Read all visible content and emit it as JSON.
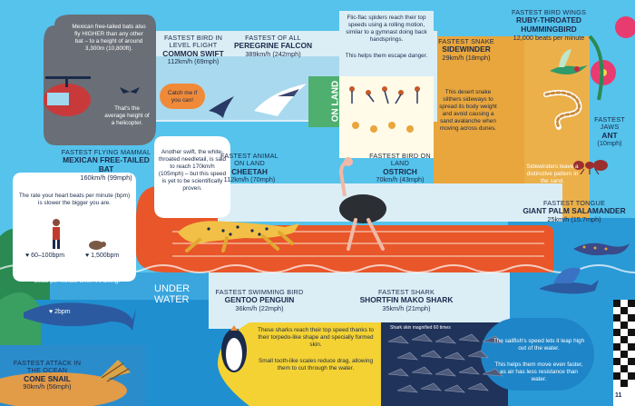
{
  "air": {
    "bats_note": "Mexican free-tailed bats also fly HIGHER than any other bat – to a height of around 3,300m (10,800ft).",
    "heli_note": "That's the average height of a helicopter.",
    "swift": {
      "category": "FASTEST BIRD IN LEVEL FLIGHT",
      "name": "COMMON SWIFT",
      "speed": "112km/h (69mph)"
    },
    "catch_me": "Catch me if you can!",
    "falcon": {
      "category": "FASTEST OF ALL",
      "name": "PEREGRINE FALCON",
      "speed": "389km/h (242mph)"
    },
    "bat": {
      "category": "FASTEST FLYING MAMMAL",
      "name": "MEXICAN FREE-TAILED BAT",
      "speed": "160km/h (99mph)"
    },
    "needletail_note": "Another swift, the white-throated needletail, is said to reach 170km/h (105mph) – but this speed is yet to be scientifically proven."
  },
  "land": {
    "label": "ON LAND",
    "flicflac_note_1": "Flic-flac spiders reach their top speeds using a rolling motion, similar to a gymnast doing back handsprings.",
    "flicflac_note_2": "This helps them escape danger.",
    "sidewinder": {
      "category": "FASTEST SNAKE",
      "name": "SIDEWINDER",
      "speed": "29km/h (18mph)"
    },
    "snake_note": "This desert snake slithers sideways to spread its body weight and avoid causing a sand avalanche when moving across dunes.",
    "sidewinder_trail_note": "Sidewinders leave a distinctive pattern in the sand.",
    "cheetah": {
      "category": "FASTEST ANIMAL ON LAND",
      "name": "CHEETAH",
      "speed": "112km/h (70mph)"
    },
    "ostrich": {
      "category": "FASTEST BIRD ON LAND",
      "name": "OSTRICH",
      "speed": "70km/h (43mph)"
    },
    "ant": {
      "category": "FASTEST JAWS",
      "name": "ANT",
      "speed": "(10mph)"
    }
  },
  "wings": {
    "category": "FASTEST BIRD WINGS",
    "name": "RUBY-THROATED HUMMINGBIRD",
    "speed": "12,000 beats per minute"
  },
  "tongue": {
    "category": "FASTEST TONGUE",
    "name": "GIANT PALM SALAMANDER",
    "speed": "25km/h (15.7mph)"
  },
  "heart": {
    "note": "The rate your heart beats per minute (bpm) is slower the bigger you are.",
    "person_bpm": "60–100bpm",
    "shrew_bpm": "1,500bpm",
    "whale_note": "A blue whale's heart can drop as low as 2 beats per minute when it's diving.",
    "whale_bpm": "2bpm"
  },
  "water": {
    "label": "UNDER WATER",
    "penguin": {
      "category": "FASTEST SWIMMING BIRD",
      "name": "GENTOO PENGUIN",
      "speed": "36km/h (22mph)"
    },
    "shark": {
      "category": "FASTEST SHARK",
      "name": "SHORTFIN MAKO SHARK",
      "speed": "35km/h (21mph)"
    },
    "shark_note_1": "These sharks reach their top speed thanks to their torpedo-like shape and specially formed skin.",
    "shark_note_2": "Small tooth-like scales reduce drag, allowing them to cut through the water.",
    "skin_caption": "Shark skin magnified 60 times",
    "sailfish_note_1": "The sailfish's speed lets it leap high out of the water.",
    "sailfish_note_2": "This helps them move even faster, as air has less resistance than water.",
    "cone": {
      "category": "FASTEST ATTACK IN THE OCEAN",
      "name": "CONE SNAIL",
      "speed": "90km/h (56mph)"
    }
  },
  "page_number": "11",
  "colors": {
    "sky": "#55c3ec",
    "navy": "#1a2a4a",
    "road": "#e8562a",
    "band": "#dbeef6",
    "sand": "#e9a63c",
    "water": "#1f8fd0",
    "grey": "#6a6e76"
  }
}
